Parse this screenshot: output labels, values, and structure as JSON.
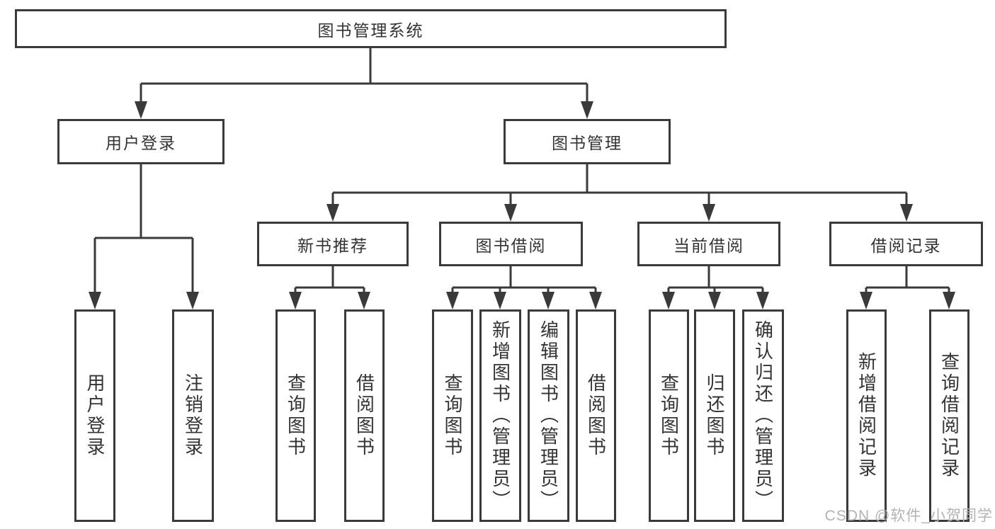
{
  "diagram_title": "图书管理系统",
  "nodes": {
    "root": "图书管理系统",
    "user_login": "用户登录",
    "book_management": "图书管理",
    "new_book_recommend": "新书推荐",
    "book_borrowing": "图书借阅",
    "current_borrowing": "当前借阅",
    "borrowing_records": "借阅记录",
    "user_login_leaf": "用户登录",
    "logout": "注销登录",
    "rec_query_books": "查询图书",
    "rec_borrow_books": "借阅图书",
    "bb_query_books": "查询图书",
    "bb_add_books": "新增图书（管理员）",
    "bb_edit_books": "编辑图书（管理员）",
    "bb_borrow_books": "借阅图书",
    "cb_query_books": "查询图书",
    "cb_return_books": "归还图书",
    "cb_confirm_return": "确认归还（管理员）",
    "br_add_record": "新增借阅记录",
    "br_query_record": "查询借阅记录"
  },
  "hierarchy": {
    "root": [
      "user_login",
      "book_management"
    ],
    "user_login": [
      "user_login_leaf",
      "logout"
    ],
    "book_management": [
      "new_book_recommend",
      "book_borrowing",
      "current_borrowing",
      "borrowing_records"
    ],
    "new_book_recommend": [
      "rec_query_books",
      "rec_borrow_books"
    ],
    "book_borrowing": [
      "bb_query_books",
      "bb_add_books",
      "bb_edit_books",
      "bb_borrow_books"
    ],
    "current_borrowing": [
      "cb_query_books",
      "cb_return_books",
      "cb_confirm_return"
    ],
    "borrowing_records": [
      "br_add_record",
      "br_query_record"
    ]
  },
  "watermark": "CSDN @软件_小贺同学",
  "colors": {
    "line": "#3a3a3a",
    "text": "#333333",
    "watermark": "#b3b3b3",
    "background": "#ffffff"
  }
}
